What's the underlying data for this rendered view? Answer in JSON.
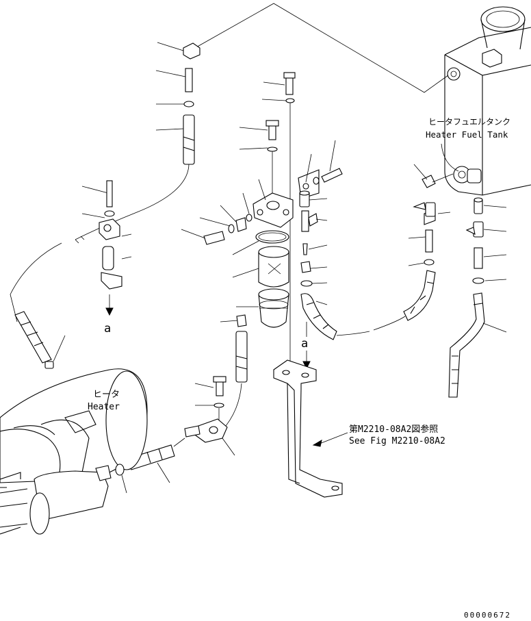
{
  "labels": {
    "heater_fuel_tank_jp": "ヒータフュエルタンク",
    "heater_fuel_tank_en": "Heater Fuel Tank",
    "heater_jp": "ヒータ",
    "heater_en": "Heater",
    "see_fig_jp": "第M2210-08A2図参照",
    "see_fig_en": "See Fig M2210-08A2",
    "connection_mark_left": "a",
    "connection_mark_center": "a",
    "drawing_number": "00000672"
  }
}
